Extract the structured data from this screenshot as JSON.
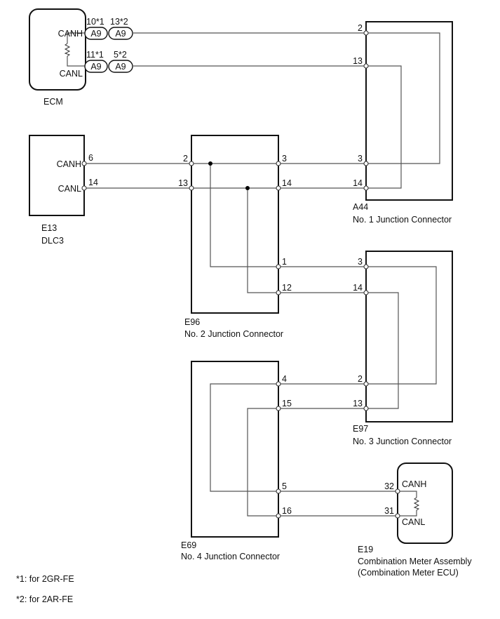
{
  "ecm": {
    "name": "ECM",
    "canh": "CANH",
    "canl": "CANL",
    "connectors": [
      {
        "pin": "10*1",
        "code": "A9"
      },
      {
        "pin": "13*2",
        "code": "A9"
      },
      {
        "pin": "11*1",
        "code": "A9"
      },
      {
        "pin": "5*2",
        "code": "A9"
      }
    ]
  },
  "dlc3": {
    "code": "E13",
    "name": "DLC3",
    "canh": "CANH",
    "canl": "CANL",
    "pin_canh": "6",
    "pin_canl": "14"
  },
  "jc1": {
    "code": "A44",
    "name": "No. 1 Junction Connector",
    "pins": [
      "2",
      "13",
      "3",
      "14"
    ]
  },
  "jc2": {
    "code": "E96",
    "name": "No. 2 Junction Connector",
    "left_pins": [
      "2",
      "13"
    ],
    "right_pins": [
      "3",
      "14",
      "1",
      "12"
    ]
  },
  "jc3": {
    "code": "E97",
    "name": "No. 3 Junction Connector",
    "pins": [
      "3",
      "14",
      "2",
      "13"
    ]
  },
  "jc4": {
    "code": "E69",
    "name": "No. 4 Junction Connector",
    "pins": [
      "4",
      "15",
      "5",
      "16"
    ]
  },
  "meter": {
    "code": "E19",
    "name": "Combination Meter Assembly",
    "subname": "(Combination Meter ECU)",
    "canh": "CANH",
    "canl": "CANL",
    "pin_canh": "32",
    "pin_canl": "31"
  },
  "notes": [
    "*1: for 2GR-FE",
    "*2: for 2AR-FE"
  ]
}
